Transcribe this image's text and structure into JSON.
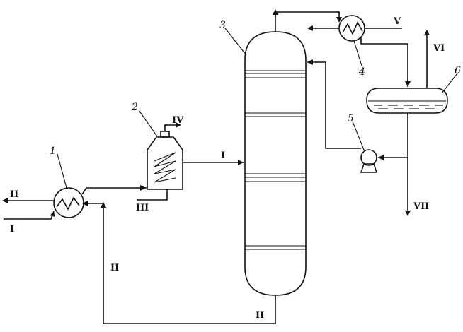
{
  "equipment_numbers": {
    "heat_exchanger": "1",
    "furnace": "2",
    "column": "3",
    "condenser": "4",
    "pump": "5",
    "separator": "6"
  },
  "stream_labels": {
    "feed_in": "I",
    "bottoms_out_left": "II",
    "fuel_in": "III",
    "flue_gas": "IV",
    "coolant_in": "V",
    "gas_out": "VI",
    "distillate_out": "VII",
    "furnace_to_column": "I",
    "bottoms_return": "II",
    "column_bottom": "II"
  }
}
